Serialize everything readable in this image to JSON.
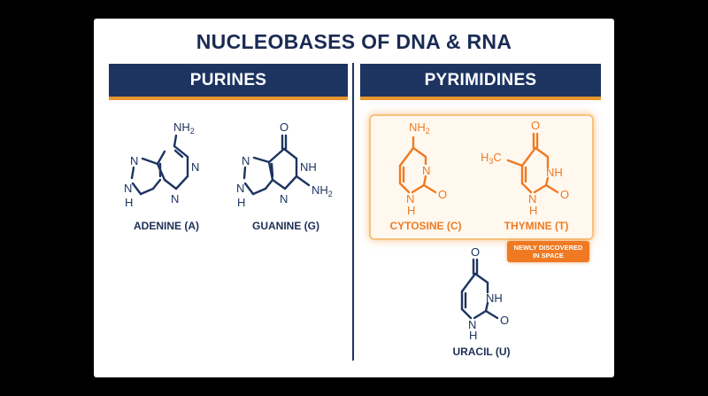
{
  "title": "NUCLEOBASES OF DNA & RNA",
  "columns": {
    "purines": "PURINES",
    "pyrimidines": "PYRIMIDINES"
  },
  "molecules": {
    "adenine": {
      "name": "ADENINE (A)",
      "atoms": [
        "NH2",
        "N",
        "N",
        "N",
        "N",
        "H"
      ]
    },
    "guanine": {
      "name": "GUANINE (G)",
      "atoms": [
        "O",
        "N",
        "NH",
        "N",
        "N",
        "H",
        "NH2"
      ]
    },
    "cytosine": {
      "name": "CYTOSINE (C)",
      "atoms": [
        "NH2",
        "N",
        "N",
        "H",
        "O"
      ]
    },
    "thymine": {
      "name": "THYMINE (T)",
      "atoms": [
        "H3C",
        "O",
        "NH",
        "N",
        "H",
        "O"
      ]
    },
    "uracil": {
      "name": "URACIL (U)",
      "atoms": [
        "O",
        "NH",
        "N",
        "H",
        "O"
      ]
    }
  },
  "badge": {
    "line1": "NEWLY DISCOVERED",
    "line2": "IN SPACE"
  },
  "colors": {
    "navy": "#1d3461",
    "orange": "#ef7a22",
    "accent": "#e8962e"
  }
}
